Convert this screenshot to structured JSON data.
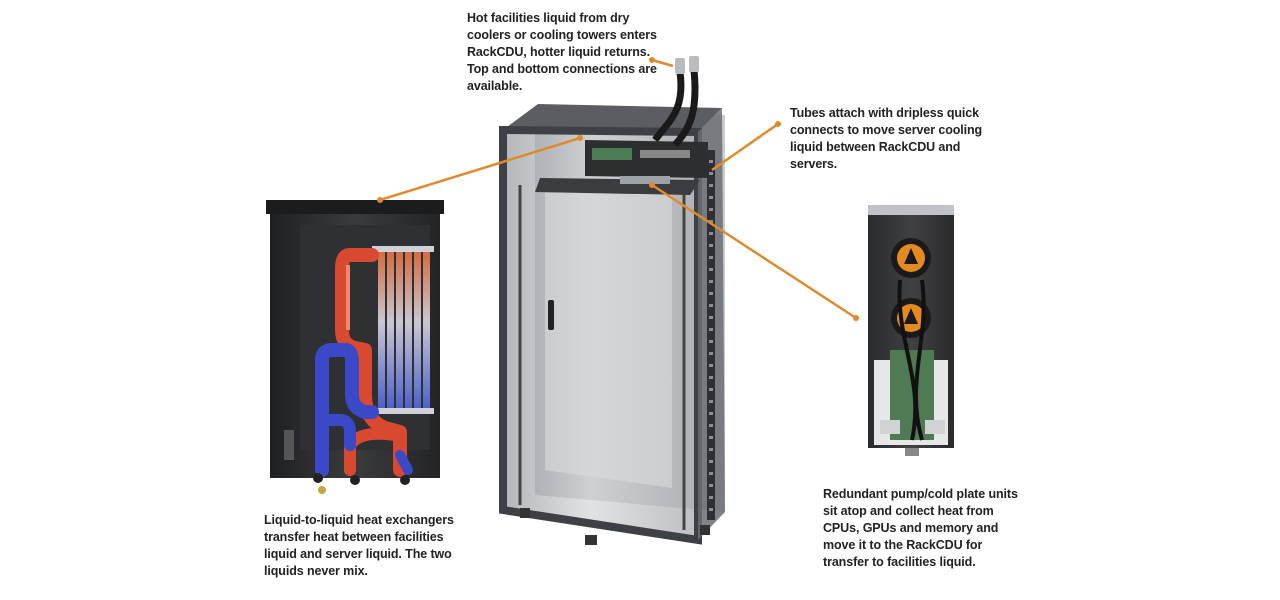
{
  "colors": {
    "leader": "#e08a2e",
    "hot_liquid": "#d8492f",
    "cold_liquid": "#3b49c8",
    "rack_frame": "#4a4d52",
    "rack_glass": "#b9bcc0",
    "cdu_body": "#2b2c2e",
    "pump_orange": "#e58a1f",
    "board_green": "#4f7a54"
  },
  "callouts": {
    "top": "Hot facilities liquid from dry coolers or cooling towers enters RackCDU, hotter liquid returns. Top and bottom connections are available.",
    "right": "Tubes attach with dripless quick connects to move server cooling liquid between RackCDU and servers.",
    "left": "Liquid-to-liquid heat exchangers transfer heat between facilities liquid and server liquid. The two liquids never mix.",
    "bottom": "Redundant pump/cold plate units sit atop and collect heat from CPUs, GPUs and memory and move it to the RackCDU for transfer to facilities liquid."
  }
}
